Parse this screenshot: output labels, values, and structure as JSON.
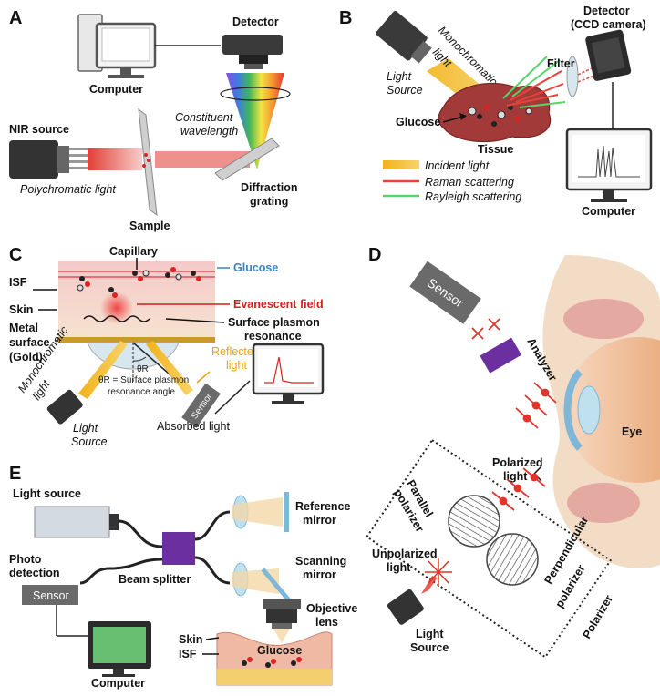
{
  "panels": {
    "A": {
      "letter": "A",
      "detector": "Detector",
      "computer": "Computer",
      "constituent_1": "Constituent",
      "constituent_2": "wavelength",
      "nir_source": "NIR source",
      "poly_light": "Polychromatic light",
      "sample": "Sample",
      "diffraction_1": "Diffraction",
      "diffraction_2": "grating"
    },
    "B": {
      "letter": "B",
      "detector_1": "Detector",
      "detector_2": "(CCD camera)",
      "mono_1": "Monochromatic",
      "mono_2": "light",
      "light_source_1": "Light",
      "light_source_2": "Source",
      "filter": "Filter",
      "glucose": "Glucose",
      "tissue": "Tissue",
      "incident": "Incident light",
      "raman": "Raman scattering",
      "rayleigh": "Rayleigh scattering",
      "computer": "Computer"
    },
    "C": {
      "letter": "C",
      "capillary": "Capillary",
      "glucose": "Glucose",
      "isf": "ISF",
      "evanescent": "Evanescent field",
      "skin": "Skin",
      "spr_1": "Surface plasmon",
      "spr_2": "resonance",
      "metal_1": "Metal",
      "metal_2": "surface",
      "metal_3": "(Gold)",
      "theta": "θR",
      "reflected_1": "Reflected",
      "reflected_2": "light",
      "mono_1": "Monochromatic",
      "mono_2": "light",
      "theta_def_1": "θR = Surface plasmon",
      "theta_def_2": "resonance angle",
      "sensor": "Sensor",
      "light_source_1": "Light",
      "light_source_2": "Source",
      "absorbed": "Absorbed light"
    },
    "D": {
      "letter": "D",
      "sensor": "Sensor",
      "analyzer": "Analyzer",
      "eye": "Eye",
      "polarized_1": "Polarized",
      "polarized_2": "light",
      "parallel_1": "Parallel",
      "parallel_2": "polarizer",
      "perpendicular_1": "Perpendicular",
      "perpendicular_2": "polarizer",
      "polarizer": "Polarizer",
      "unpolarized_1": "Unpolarized",
      "unpolarized_2": "light",
      "light_source_1": "Light",
      "light_source_2": "Source"
    },
    "E": {
      "letter": "E",
      "light_source": "Light source",
      "reference_1": "Reference",
      "reference_2": "mirror",
      "scanning_1": "Scanning",
      "scanning_2": "mirror",
      "photo_1": "Photo",
      "photo_2": "detection",
      "beam_splitter": "Beam splitter",
      "sensor": "Sensor",
      "objective_1": "Objective",
      "objective_2": "lens",
      "skin": "Skin",
      "isf": "ISF",
      "glucose": "Glucose",
      "computer": "Computer"
    }
  },
  "colors": {
    "glucose_blue": "#3b82c4",
    "evanescent_red": "#d21f1f",
    "reflected_orange": "#e8a317",
    "beam_splitter_purple": "#6b2fa0",
    "laser_red": "#e0352b"
  }
}
